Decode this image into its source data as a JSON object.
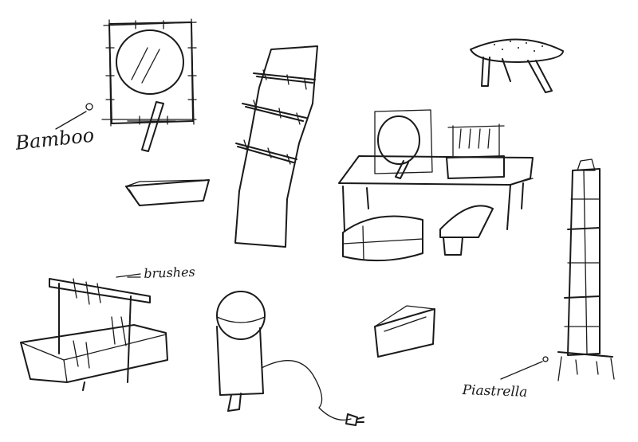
{
  "labels": {
    "bamboo": "Bamboo",
    "brushes": "brushes",
    "piastrella": "Piastrella"
  },
  "colors": {
    "ink": "#1a1a1a",
    "paper": "#ffffff"
  }
}
